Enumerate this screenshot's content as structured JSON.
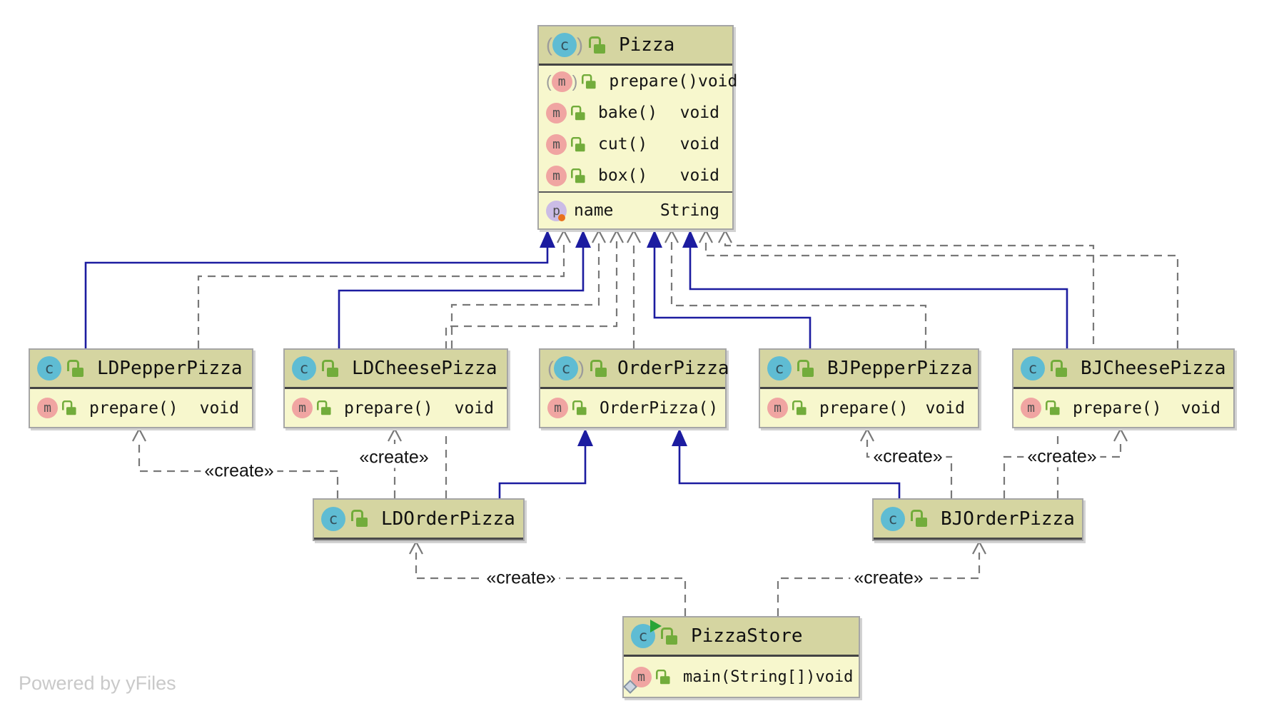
{
  "watermark": "Powered by yFiles",
  "labels": {
    "create": "«create»"
  },
  "icons": {
    "class_letter": "c",
    "method_letter": "m",
    "field_letter": "p",
    "paren_open": "(",
    "paren_close": ")"
  },
  "colors": {
    "header_bg": "#d5d5a1",
    "body_bg": "#f7f7cd",
    "inheritance_line": "#1c1ca0",
    "dependency_line": "#787878",
    "class_icon": "#5fbcd3",
    "method_icon": "#f0a5a2",
    "field_icon": "#cbbce6",
    "lock_icon": "#72ac3b"
  },
  "classes": [
    {
      "name": "Pizza",
      "abstract": true,
      "methods": [
        {
          "label": "prepare()",
          "type": "void",
          "abstract": true
        },
        {
          "label": "bake()",
          "type": "void"
        },
        {
          "label": "cut()",
          "type": "void"
        },
        {
          "label": "box()",
          "type": "void"
        }
      ],
      "fields": [
        {
          "label": "name",
          "type": "String"
        }
      ]
    },
    {
      "name": "LDPepperPizza",
      "methods": [
        {
          "label": "prepare()",
          "type": "void"
        }
      ]
    },
    {
      "name": "LDCheesePizza",
      "methods": [
        {
          "label": "prepare()",
          "type": "void"
        }
      ]
    },
    {
      "name": "OrderPizza",
      "abstract": true,
      "methods": [
        {
          "label": "OrderPizza()",
          "type": ""
        }
      ]
    },
    {
      "name": "BJPepperPizza",
      "methods": [
        {
          "label": "prepare()",
          "type": "void"
        }
      ]
    },
    {
      "name": "BJCheesePizza",
      "methods": [
        {
          "label": "prepare()",
          "type": "void"
        }
      ]
    },
    {
      "name": "LDOrderPizza",
      "methods": []
    },
    {
      "name": "BJOrderPizza",
      "methods": []
    },
    {
      "name": "PizzaStore",
      "runnable": true,
      "methods": [
        {
          "label": "main(String[])",
          "type": "void",
          "static": true
        }
      ]
    }
  ],
  "relationships": [
    {
      "from": "LDPepperPizza",
      "to": "Pizza",
      "type": "extends"
    },
    {
      "from": "LDCheesePizza",
      "to": "Pizza",
      "type": "extends"
    },
    {
      "from": "BJPepperPizza",
      "to": "Pizza",
      "type": "extends"
    },
    {
      "from": "BJCheesePizza",
      "to": "Pizza",
      "type": "extends"
    },
    {
      "from": "LDOrderPizza",
      "to": "OrderPizza",
      "type": "extends"
    },
    {
      "from": "BJOrderPizza",
      "to": "OrderPizza",
      "type": "extends"
    },
    {
      "from": "LDPepperPizza",
      "to": "Pizza",
      "type": "dependency"
    },
    {
      "from": "LDCheesePizza",
      "to": "Pizza",
      "type": "dependency"
    },
    {
      "from": "OrderPizza",
      "to": "Pizza",
      "type": "dependency"
    },
    {
      "from": "LDOrderPizza",
      "to": "Pizza",
      "type": "dependency"
    },
    {
      "from": "BJPepperPizza",
      "to": "Pizza",
      "type": "dependency"
    },
    {
      "from": "BJCheesePizza",
      "to": "Pizza",
      "type": "dependency"
    },
    {
      "from": "BJOrderPizza",
      "to": "Pizza",
      "type": "dependency"
    },
    {
      "from": "LDOrderPizza",
      "to": "LDPepperPizza",
      "type": "create",
      "label": "«create»"
    },
    {
      "from": "LDOrderPizza",
      "to": "LDCheesePizza",
      "type": "create",
      "label": "«create»"
    },
    {
      "from": "BJOrderPizza",
      "to": "BJPepperPizza",
      "type": "create",
      "label": "«create»"
    },
    {
      "from": "BJOrderPizza",
      "to": "BJCheesePizza",
      "type": "create",
      "label": "«create»"
    },
    {
      "from": "PizzaStore",
      "to": "LDOrderPizza",
      "type": "create",
      "label": "«create»"
    },
    {
      "from": "PizzaStore",
      "to": "BJOrderPizza",
      "type": "create",
      "label": "«create»"
    }
  ]
}
